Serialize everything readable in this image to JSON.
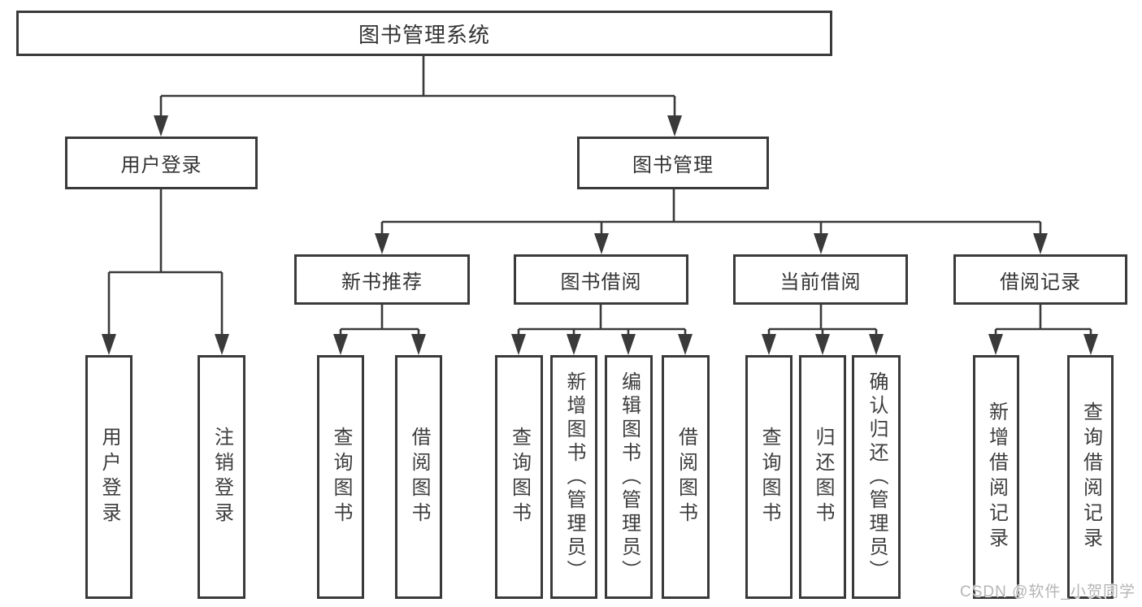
{
  "tree": {
    "root": {
      "label": "图书管理系统"
    },
    "branches": [
      {
        "label": "用户登录",
        "children": [
          {
            "label": "用户登录"
          },
          {
            "label": "注销登录"
          }
        ]
      },
      {
        "label": "图书管理",
        "children": [
          {
            "label": "新书推荐",
            "children": [
              {
                "label": "查询图书"
              },
              {
                "label": "借阅图书"
              }
            ]
          },
          {
            "label": "图书借阅",
            "children": [
              {
                "label": "查询图书"
              },
              {
                "label": "新增图书（管理员）"
              },
              {
                "label": "编辑图书（管理员）"
              },
              {
                "label": "借阅图书"
              }
            ]
          },
          {
            "label": "当前借阅",
            "children": [
              {
                "label": "查询图书"
              },
              {
                "label": "归还图书"
              },
              {
                "label": "确认归还（管理员）"
              }
            ]
          },
          {
            "label": "借阅记录",
            "children": [
              {
                "label": "新增借阅记录"
              },
              {
                "label": "查询借阅记录"
              }
            ]
          }
        ]
      }
    ]
  },
  "watermark": {
    "text": "CSDN @软件_小贺同学"
  },
  "colors": {
    "line": "#3a3a3a",
    "box_border": "#3a3a3a",
    "box_fill": "#ffffff",
    "text": "#333333",
    "background": "#ffffff",
    "watermark": "#b5b5b5"
  }
}
